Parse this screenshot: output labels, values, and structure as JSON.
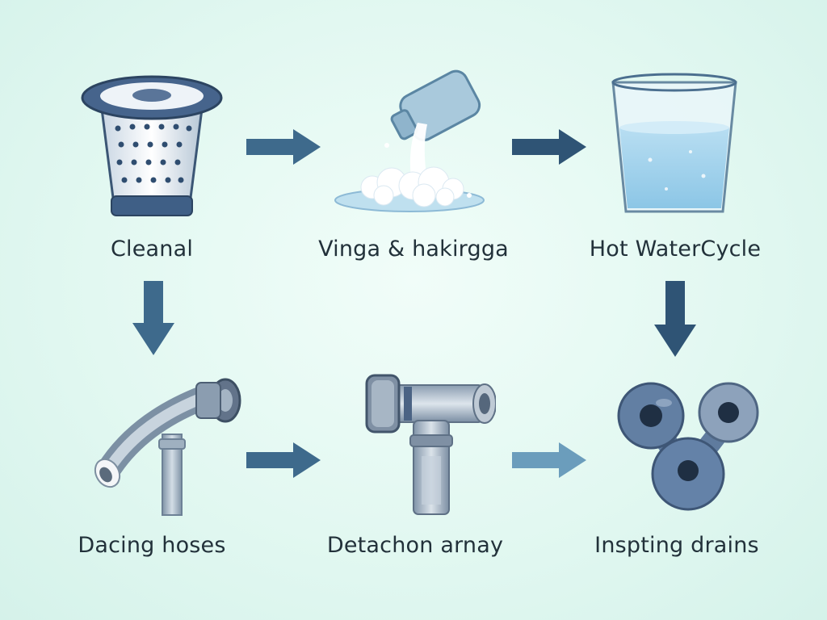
{
  "steps": [
    {
      "label": "Cleanal",
      "icon": "strainer-basket-icon"
    },
    {
      "label": "Vinga & hakirgga",
      "icon": "pouring-powder-icon"
    },
    {
      "label": "Hot WaterCycle",
      "icon": "water-glass-icon"
    },
    {
      "label": "Dacing hoses",
      "icon": "bent-hose-pipe-icon"
    },
    {
      "label": "Detachon arnay",
      "icon": "t-pipe-fitting-icon"
    },
    {
      "label": "Inspting drains",
      "icon": "drain-connector-icon"
    }
  ],
  "colors": {
    "arrow_dark": "#2f5475",
    "arrow_mid": "#3e6a8c",
    "arrow_light": "#6b9dbc",
    "background": "#e2f8f1",
    "text": "#22313a"
  }
}
